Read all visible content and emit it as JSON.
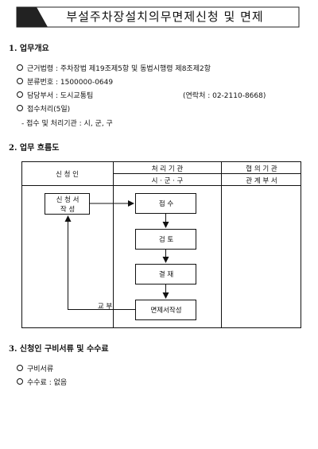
{
  "title": "부설주차장설치의무면제신청 및 면제",
  "sections": {
    "overview": {
      "heading": "1. 업무개요",
      "items": [
        "근거법령 : 주차장법 제19조제5항 및 동법시행령 제8조제2항",
        "분류번호 : 1500000-0649",
        "담당부서 : 도시교통팀",
        "접수처리(5일)"
      ],
      "contact": "(연락처 : 02-2110-8668)",
      "sub_item": "- 접수 및 처리기관 : 시, 군, 구"
    },
    "flow": {
      "heading": "2. 업무 흐름도",
      "col_applicant": "신 청 인",
      "col_processing": "처 리 기 관",
      "col_processing_sub": "시 · 군 · 구",
      "col_cooperation": "협 의 기 관",
      "col_cooperation_sub": "관 계 부 서",
      "box_application_1": "신 청 서",
      "box_application_2": "작 성",
      "step_receipt": "접 수",
      "step_review": "검 토",
      "step_approval": "결 재",
      "step_issue": "면제서작성",
      "label_delivery": "교 부"
    },
    "documents": {
      "heading": "3. 신청인 구비서류 및 수수료",
      "items": [
        "구비서류",
        "수수료 : 없음"
      ]
    }
  }
}
